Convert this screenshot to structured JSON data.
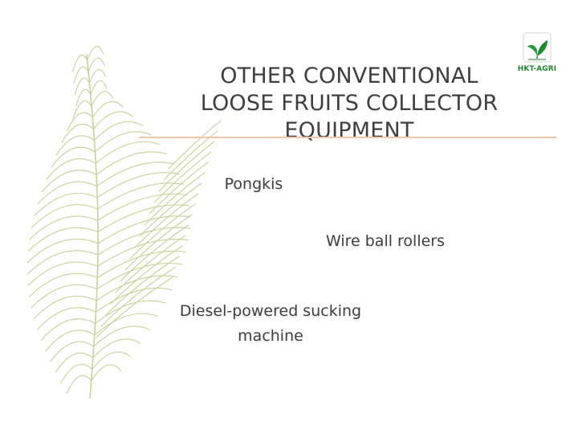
{
  "slide": {
    "title_lines": [
      "OTHER  CONVENTIONAL",
      "LOOSE  FRUITS  COLLECTOR",
      "EQUIPMENT"
    ],
    "logo_text": "HKT-AGRI",
    "items": [
      "Pongkis",
      "Wire ball rollers",
      "Diesel-powered sucking machine"
    ]
  },
  "colors": {
    "title": "#3f3f3f",
    "body_text": "#404040",
    "rule": "#f4c6a8",
    "frond": "#c3d39a",
    "logo_green": "#1d8a2e"
  },
  "icons": {
    "logo": "leaf-logo-icon",
    "background": "palm-frond-icon"
  }
}
